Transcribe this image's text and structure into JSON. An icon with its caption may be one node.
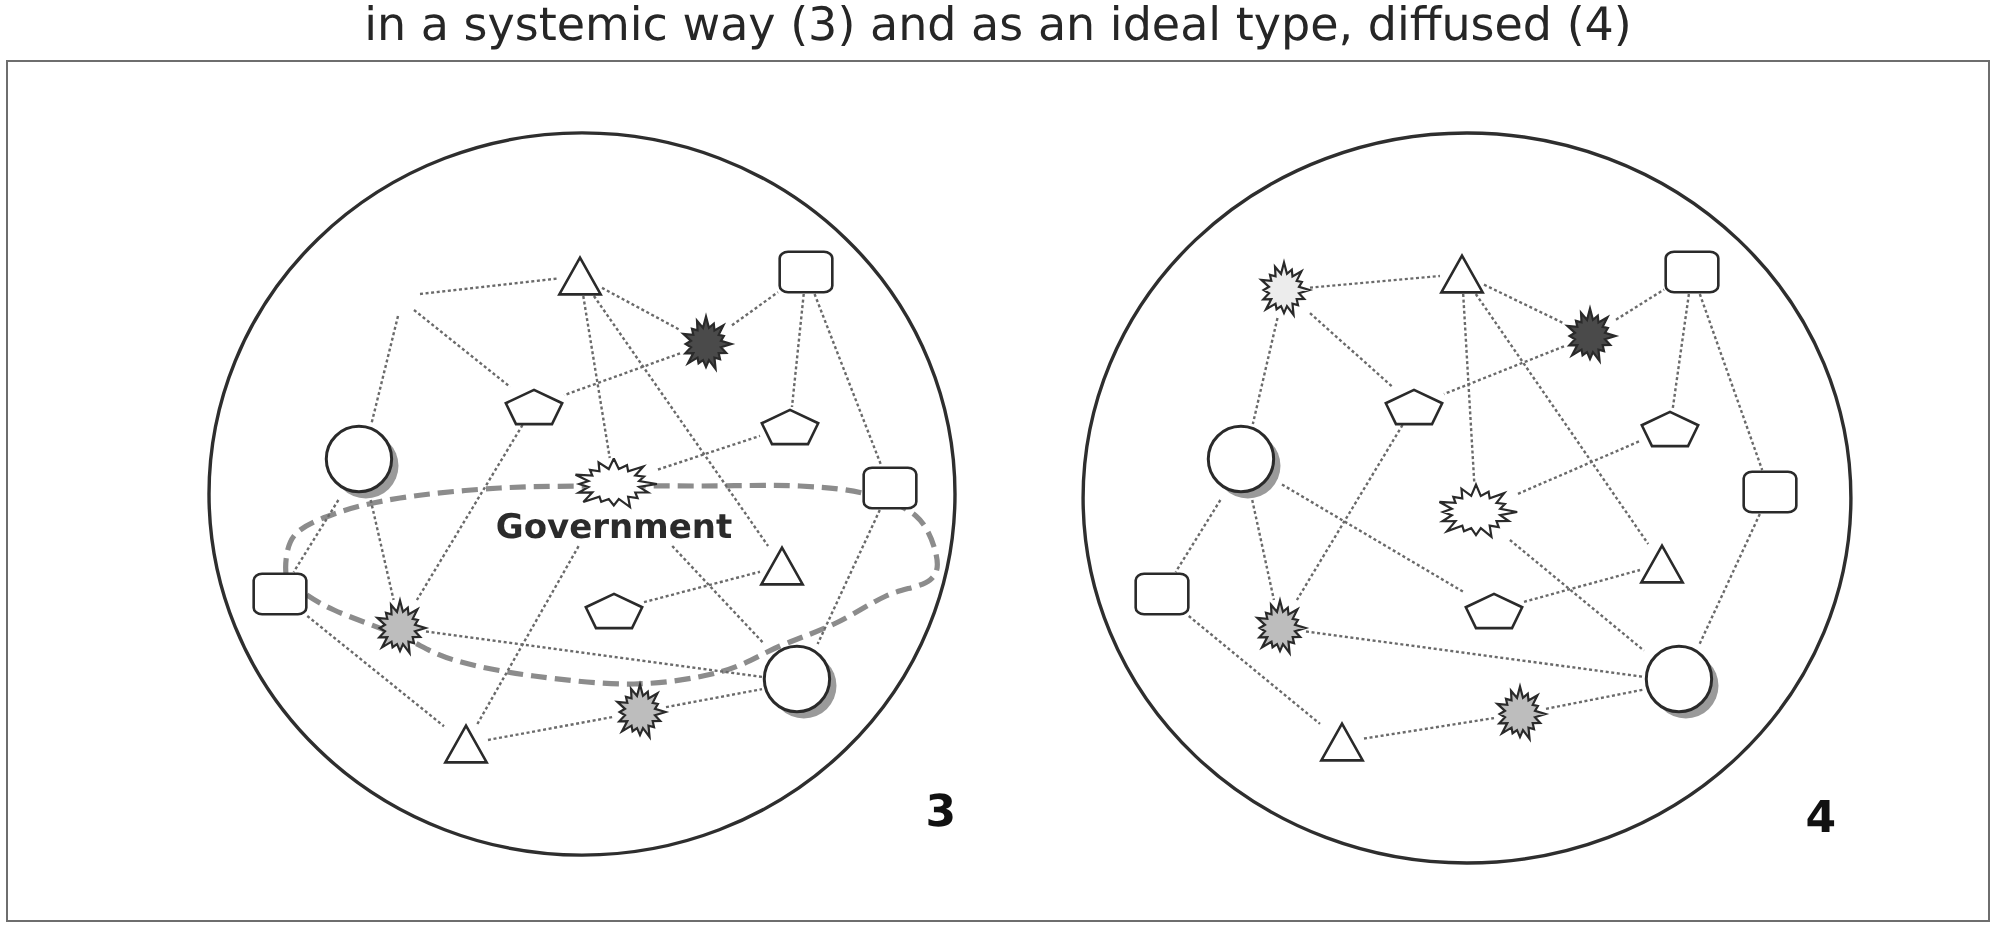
{
  "diagram": {
    "title": "in a systemic way (3) and as an ideal type, diffused (4)",
    "nodes": [
      {
        "text": [
          "3"
        ]
      },
      {
        "text": [],
        "shape": "triangle",
        "in": 0
      },
      {
        "text": [],
        "shape": "box",
        "in": 0
      },
      {
        "text": [],
        "shape": "star",
        "in": 0
      },
      {
        "text": [],
        "shape": "pentagon",
        "in": 0
      },
      {
        "text": [],
        "shape": "pentagon",
        "in": 0
      },
      {
        "text": [],
        "shape": "circle",
        "in": 0
      },
      {
        "text": [
          "Government"
        ],
        "in": 0
      },
      {
        "text": [],
        "shape": "box",
        "in": 0
      },
      {
        "text": [],
        "shape": "triangle",
        "in": 0
      },
      {
        "text": [],
        "shape": "box",
        "in": 0
      },
      {
        "text": [],
        "shape": "star",
        "in": 0
      },
      {
        "text": [],
        "shape": "pentagon",
        "in": 0
      },
      {
        "text": [],
        "shape": "circle",
        "in": 0
      },
      {
        "text": [],
        "shape": "star",
        "in": 0
      },
      {
        "text": [],
        "shape": "triangle",
        "in": 0
      },
      {
        "text": [
          "4"
        ]
      },
      {
        "text": [],
        "shape": "star",
        "in": 16
      },
      {
        "text": [],
        "shape": "triangle",
        "in": 16
      },
      {
        "text": [],
        "shape": "box",
        "in": 16
      },
      {
        "text": [],
        "shape": "star",
        "in": 16
      },
      {
        "text": [],
        "shape": "pentagon",
        "in": 16
      },
      {
        "text": [],
        "shape": "pentagon",
        "in": 16
      },
      {
        "text": [],
        "shape": "circle",
        "in": 16
      },
      {
        "text": [],
        "shape": "star",
        "in": 16
      },
      {
        "text": [],
        "shape": "box",
        "in": 16
      },
      {
        "text": [],
        "shape": "triangle",
        "in": 16
      },
      {
        "text": [],
        "shape": "box",
        "in": 16
      },
      {
        "text": [],
        "shape": "star",
        "in": 16
      },
      {
        "text": [],
        "shape": "pentagon",
        "in": 16
      },
      {
        "text": [],
        "shape": "circle",
        "in": 16
      },
      {
        "text": [],
        "shape": "star",
        "in": 16
      },
      {
        "text": [],
        "shape": "triangle",
        "in": 16
      }
    ],
    "edges": [
      {
        "from": null,
        "to": 1,
        "arrow": "none"
      },
      {
        "from": null,
        "to": 4,
        "arrow": "none"
      },
      {
        "from": null,
        "to": 6,
        "arrow": "none"
      },
      {
        "from": 1,
        "to": 3,
        "arrow": "none"
      },
      {
        "from": 3,
        "to": 2,
        "arrow": "none"
      },
      {
        "from": 3,
        "to": 4,
        "arrow": "none"
      },
      {
        "from": 2,
        "to": 5,
        "arrow": "none"
      },
      {
        "from": 2,
        "to": 8,
        "arrow": "none"
      },
      {
        "from": 1,
        "to": 7,
        "arrow": "none"
      },
      {
        "from": 1,
        "to": 9,
        "arrow": "none"
      },
      {
        "from": 7,
        "to": 5,
        "arrow": "none"
      },
      {
        "from": 7,
        "to": 13,
        "arrow": "none"
      },
      {
        "from": 4,
        "to": 11,
        "arrow": "none"
      },
      {
        "from": 6,
        "to": 11,
        "arrow": "none"
      },
      {
        "from": 6,
        "to": 10,
        "arrow": "none"
      },
      {
        "from": 10,
        "to": 15,
        "arrow": "none"
      },
      {
        "from": 11,
        "to": 13,
        "arrow": "none"
      },
      {
        "from": 15,
        "to": 14,
        "arrow": "none"
      },
      {
        "from": 14,
        "to": 13,
        "arrow": "none"
      },
      {
        "from": 15,
        "to": 7,
        "arrow": "none"
      },
      {
        "from": 12,
        "to": 9,
        "arrow": "none"
      },
      {
        "from": 8,
        "to": 13,
        "arrow": "none"
      },
      {
        "from": 17,
        "to": 18,
        "arrow": "none"
      },
      {
        "from": 17,
        "to": 21,
        "arrow": "none"
      },
      {
        "from": 17,
        "to": 23,
        "arrow": "none"
      },
      {
        "from": 18,
        "to": 20,
        "arrow": "none"
      },
      {
        "from": 20,
        "to": 19,
        "arrow": "none"
      },
      {
        "from": 20,
        "to": 21,
        "arrow": "none"
      },
      {
        "from": 19,
        "to": 22,
        "arrow": "none"
      },
      {
        "from": 19,
        "to": 25,
        "arrow": "none"
      },
      {
        "from": 18,
        "to": 24,
        "arrow": "none"
      },
      {
        "from": 18,
        "to": 26,
        "arrow": "none"
      },
      {
        "from": 24,
        "to": 22,
        "arrow": "none"
      },
      {
        "from": 21,
        "to": 28,
        "arrow": "none"
      },
      {
        "from": 23,
        "to": 28,
        "arrow": "none"
      },
      {
        "from": 23,
        "to": 27,
        "arrow": "none"
      },
      {
        "from": 23,
        "to": 29,
        "arrow": "none"
      },
      {
        "from": 27,
        "to": 32,
        "arrow": "none"
      },
      {
        "from": 28,
        "to": 30,
        "arrow": "none"
      },
      {
        "from": 32,
        "to": 31,
        "arrow": "none"
      },
      {
        "from": 31,
        "to": 30,
        "arrow": "none"
      },
      {
        "from": 24,
        "to": 30,
        "arrow": "none"
      },
      {
        "from": 29,
        "to": 26,
        "arrow": "none"
      },
      {
        "from": 25,
        "to": 30,
        "arrow": "none"
      }
    ]
  }
}
